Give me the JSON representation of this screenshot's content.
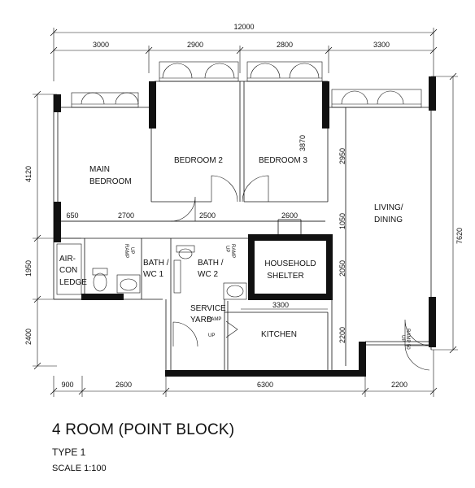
{
  "plan": {
    "overall_width": "12000",
    "top_dims": [
      "3000",
      "2900",
      "2800",
      "3300"
    ],
    "left_dims": [
      "4120",
      "1950",
      "2400"
    ],
    "right_dim": "7620",
    "bottom_dims": [
      "900",
      "2600",
      "6300",
      "2200"
    ],
    "internal_dims": {
      "bath_width_650": "650",
      "bath_width_2700": "2700",
      "corridor_2500": "2500",
      "shelter_width": "2600",
      "bedroom3_depth": "3870",
      "living_2950": "2950",
      "living_1050": "1050",
      "shelter_2050": "2050",
      "kitchen_width": "3300",
      "kitchen_depth": "2200"
    },
    "rooms": {
      "main_bedroom_1": "MAIN",
      "main_bedroom_2": "BEDROOM",
      "bedroom2": "BEDROOM 2",
      "bedroom3": "BEDROOM 3",
      "living_1": "LIVING/",
      "living_2": "DINING",
      "aircon_1": "AIR-",
      "aircon_2": "CON",
      "aircon_3": "LEDGE",
      "bath1_1": "BATH /",
      "bath1_2": "WC 1",
      "bath2_1": "BATH /",
      "bath2_2": "WC 2",
      "shelter_1": "HOUSEHOLD",
      "shelter_2": "SHELTER",
      "yard_1": "SERVICE",
      "yard_2": "YARD",
      "kitchen": "KITCHEN"
    },
    "ramp_labels": {
      "ramp": "RAMP",
      "up": "UP",
      "ramp50": "RAMP 50"
    }
  },
  "title_block": {
    "title": "4 ROOM (POINT BLOCK)",
    "type": "TYPE 1",
    "scale": "SCALE 1:100"
  }
}
